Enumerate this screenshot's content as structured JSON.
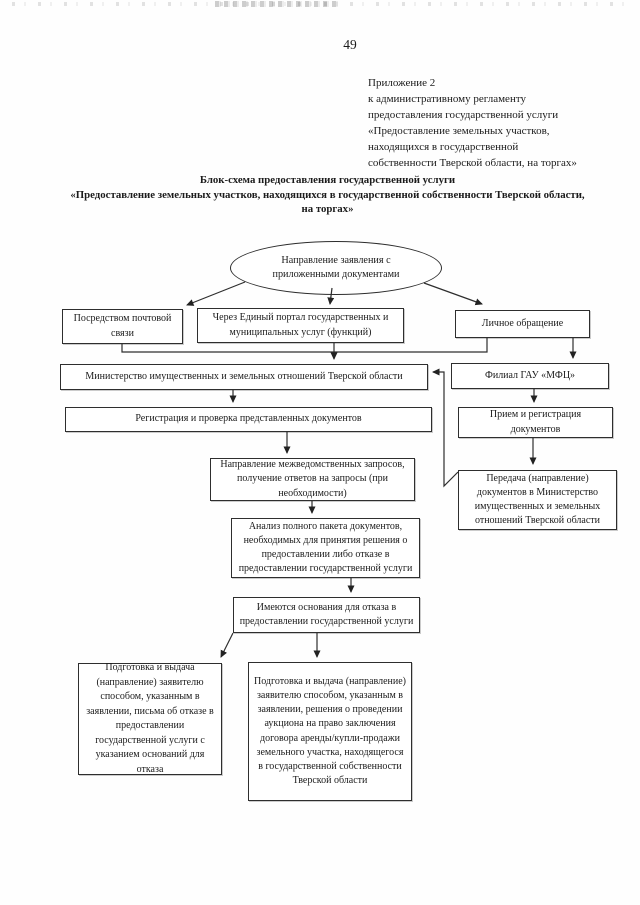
{
  "page": {
    "number": "49"
  },
  "appendix": {
    "lines": [
      "Приложение 2",
      "к административному регламенту",
      "предоставления государственной услуги",
      "«Предоставление земельных участков,",
      "находящихся в государственной",
      "собственности Тверской области, на торгах»"
    ]
  },
  "title": {
    "line1": "Блок-схема предоставления государственной услуги",
    "line2": "«Предоставление земельных участков, находящихся в государственной собственности Тверской области, на торгах»"
  },
  "flow": {
    "nodes": {
      "start": "Направление заявления с приложенными документами",
      "mail": "Посредством почтовой связи",
      "portal": "Через Единый портал государственных и муниципальных услуг (функций)",
      "personal": "Личное обращение",
      "ministry": "Министерство имущественных и земельных отношений Тверской области",
      "mfc": "Филиал ГАУ «МФЦ»",
      "registration": "Регистрация и проверка представленных документов",
      "reception": "Прием и регистрация документов",
      "interagency": "Направление межведомственных запросов, получение ответов на запросы (при необходимости)",
      "transfer": "Передача (направление) документов в Министерство имущественных и земельных отношений Тверской области",
      "analysis": "Анализ полного пакета документов, необходимых для принятия решения о предоставлении либо отказе в предоставлении государственной услуги",
      "grounds": "Имеются основания для отказа в предоставлении государственной услуги",
      "refusal": "Подготовка и выдача (направление) заявителю способом, указанным в заявлении, письма об отказе в предоставлении государственной услуги с указанием оснований для отказа",
      "auction": "Подготовка и выдача (направление) заявителю способом, указанным в заявлении, решения о проведении аукциона на право заключения договора аренды/купли-продажи земельного участка, находящегося в государственной собственности Тверской области"
    }
  },
  "colors": {
    "ink": "#1b1b1b",
    "line": "#2e2e2e",
    "paper": "#fefefe"
  }
}
